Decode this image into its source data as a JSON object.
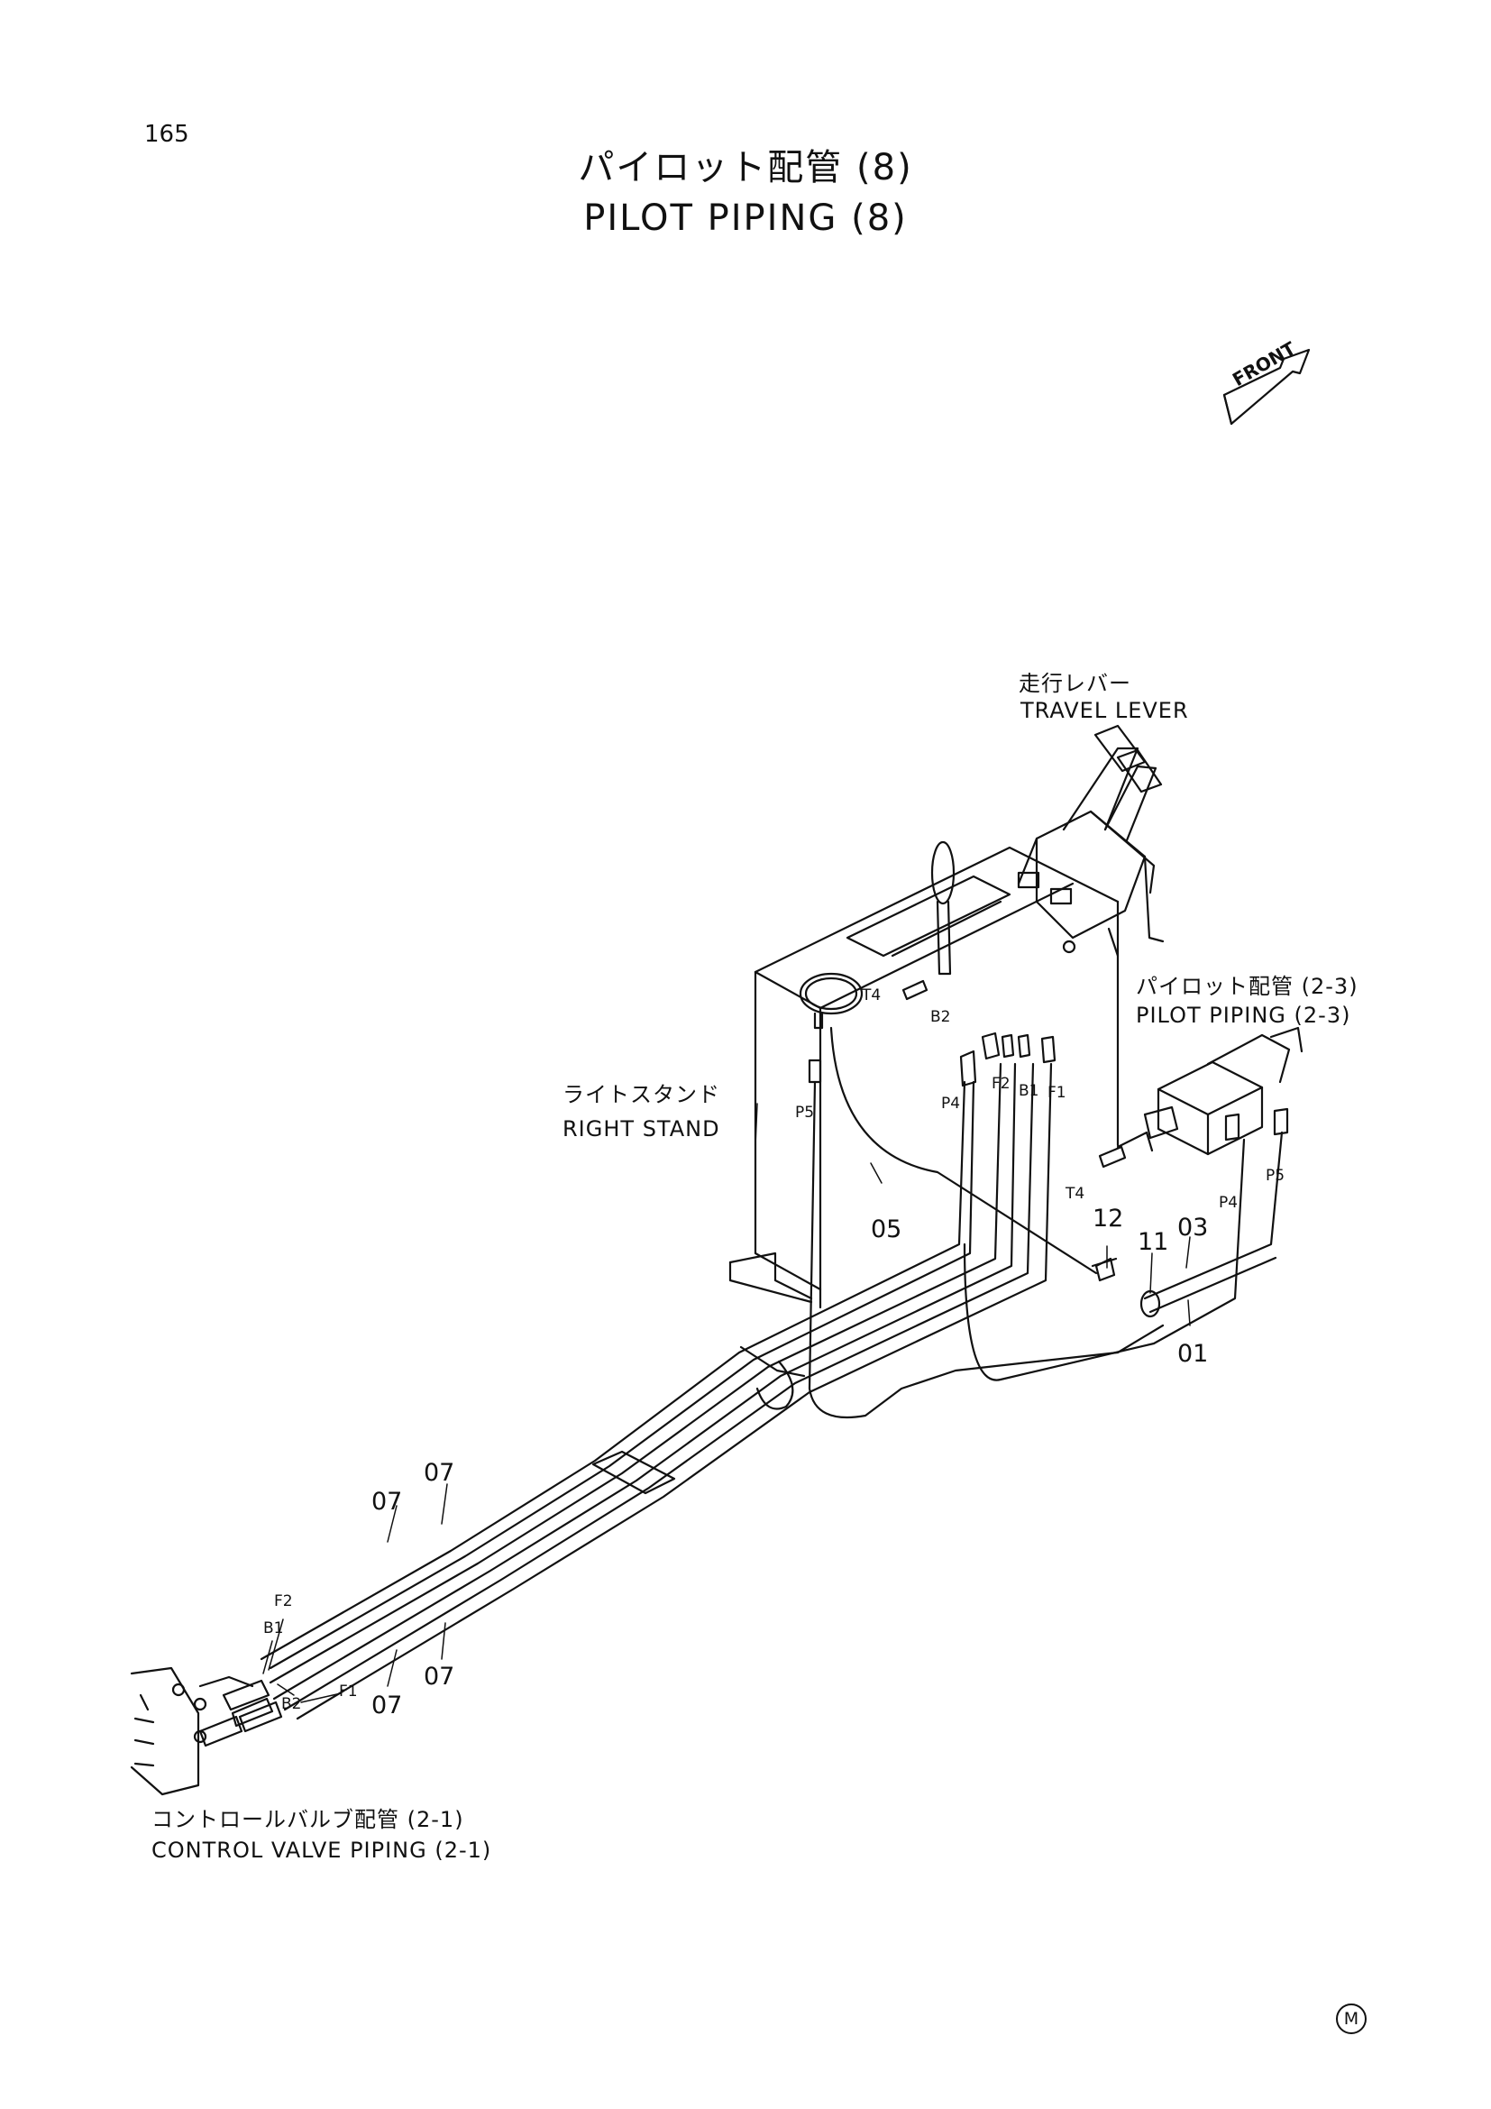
{
  "page": {
    "number": "165"
  },
  "title": {
    "jp": "パイロット配管 (8)",
    "en": "PILOT PIPING (8)"
  },
  "front_label": "FRONT",
  "callouts": {
    "travel_lever": {
      "jp": "走行レバー",
      "en": "TRAVEL LEVER"
    },
    "pilot_piping_2_3": {
      "jp": "パイロット配管 (2-3)",
      "en": "PILOT PIPING (2-3)"
    },
    "right_stand": {
      "jp": "ライトスタンド",
      "en": "RIGHT STAND"
    },
    "control_valve_piping": {
      "jp": "コントロールバルブ配管 (2-1)",
      "en": "CONTROL VALVE PIPING (2-1)"
    }
  },
  "port_labels": {
    "t4_top": "T4",
    "b2_top": "B2",
    "p5_stand": "P5",
    "p4_stand": "P4",
    "f2_top": "F2",
    "b1_top": "B1",
    "f1_top": "F1",
    "t4_mid": "T4",
    "p4_right": "P4",
    "p5_right": "P5",
    "f2_bottom": "F2",
    "b1_bottom": "B1",
    "b2_bottom": "B2",
    "f1_bottom": "F1"
  },
  "part_numbers": {
    "p05": "05",
    "p12": "12",
    "p11": "11",
    "p03": "03",
    "p01": "01",
    "p07_a": "07",
    "p07_b": "07",
    "p07_c": "07",
    "p07_d": "07"
  },
  "footer_mark": "M"
}
